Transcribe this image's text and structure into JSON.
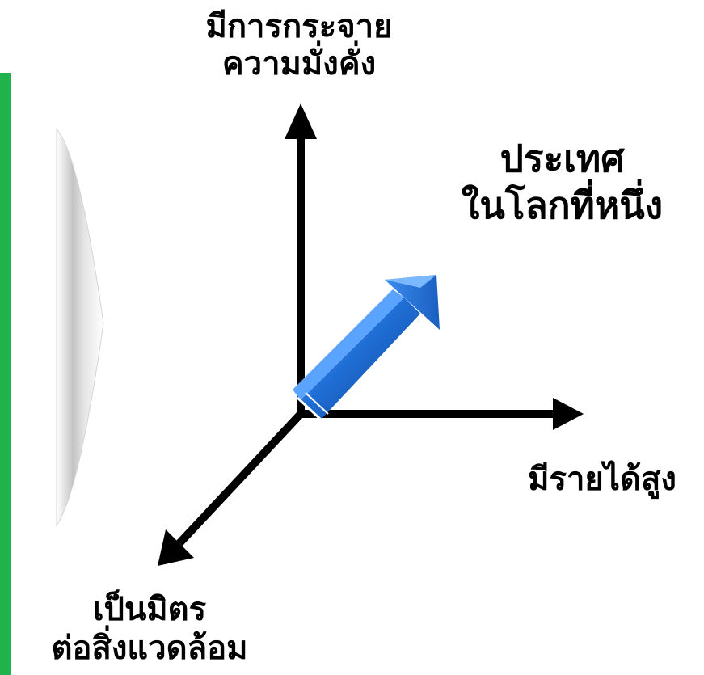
{
  "labels": {
    "vertical_axis": [
      "มีการกระจาย",
      "ความมั่งคั่ง"
    ],
    "horizontal_axis": "มีรายได้สูง",
    "diagonal_axis": [
      "เป็นมิตร",
      "ต่อสิ่งแวดล้อม"
    ],
    "target": [
      "ประเทศ",
      "ในโลกที่หนึ่ง"
    ]
  },
  "colors": {
    "side_bar": "#22b24c",
    "axis": "#000000",
    "arrow": "#1f6fd6",
    "chevron": "#c8c8c8"
  }
}
